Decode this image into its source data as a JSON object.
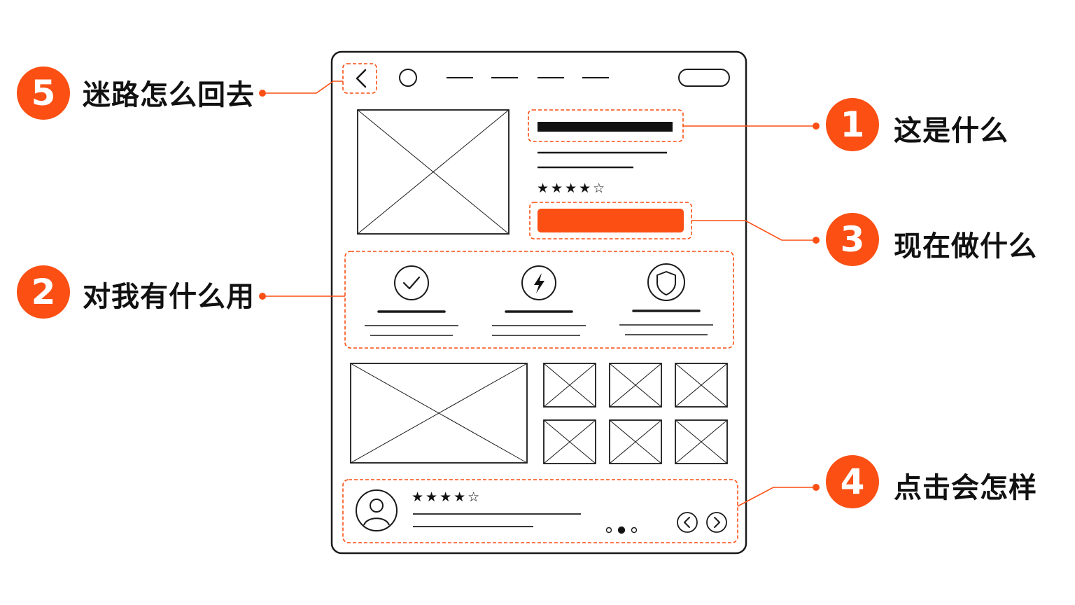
{
  "colors": {
    "accent": "#fb4f14",
    "ink": "#111111",
    "line": "#1a1a1a"
  },
  "callouts": [
    {
      "number": "5",
      "label": "迷路怎么回去"
    },
    {
      "number": "2",
      "label": "对我有什么用"
    },
    {
      "number": "1",
      "label": "这是什么"
    },
    {
      "number": "3",
      "label": "现在做什么"
    },
    {
      "number": "4",
      "label": "点击会怎样"
    }
  ],
  "wireframe": {
    "product_rating": "★★★★☆",
    "review_rating": "★★★★☆",
    "feature_icons": [
      "check-icon",
      "lightning-icon",
      "shield-icon"
    ],
    "gallery_thumbnails": 6,
    "carousel_dots": {
      "count": 3,
      "active": 2
    }
  }
}
